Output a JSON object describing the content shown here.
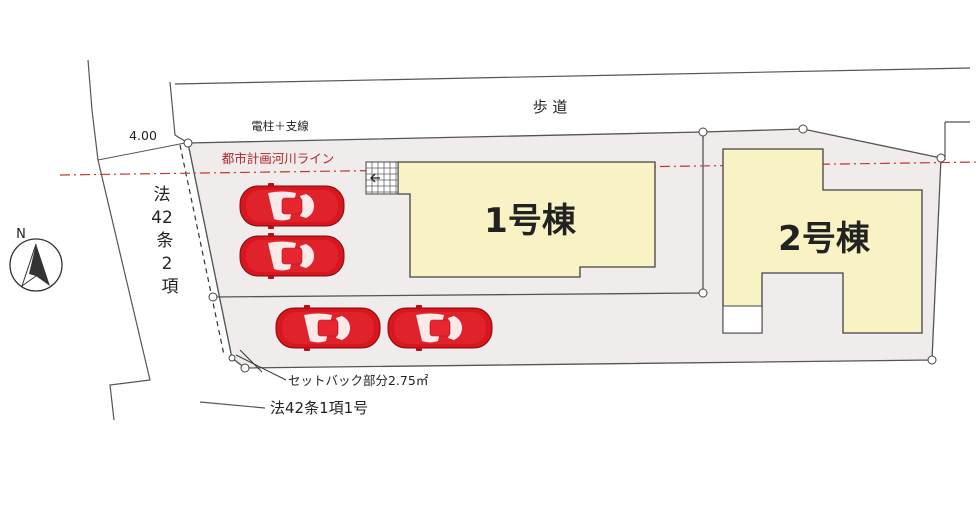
{
  "labels": {
    "sidewalk": "歩 道",
    "pole": "電柱＋支線",
    "river_line": "都市計画河川ライン",
    "road_width": "4.00",
    "road_left": [
      "法",
      "42",
      "条",
      "2",
      "項"
    ],
    "setback": "セットバック部分2.75㎡",
    "road_bottom": "法42条1項1号",
    "building1": "1号棟",
    "building2": "2号棟",
    "north": "N"
  },
  "colors": {
    "site": "#efeceb",
    "building": "#f8f2c4",
    "car": "#d9151e",
    "line": "#555555",
    "river": "#c0392b"
  },
  "parking": {
    "cars": 4
  }
}
